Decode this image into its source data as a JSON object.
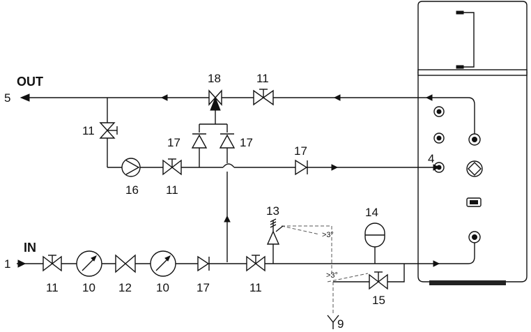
{
  "labels": {
    "out": "OUT",
    "in": "IN",
    "n5": "5",
    "n1": "1",
    "n4": "4",
    "n9": "9",
    "n11_top": "11",
    "n11_left": "11",
    "n11_pump": "11",
    "n11_bottom1": "11",
    "n11_bottom2": "11",
    "n10_a": "10",
    "n10_b": "10",
    "n12": "12",
    "n13": "13",
    "n14": "14",
    "n15": "15",
    "n16": "16",
    "n17_a": "17",
    "n17_b": "17",
    "n17_c": "17",
    "n17_d": "17",
    "n18": "18",
    "angle1": ">3°",
    "angle2": ">3°"
  }
}
